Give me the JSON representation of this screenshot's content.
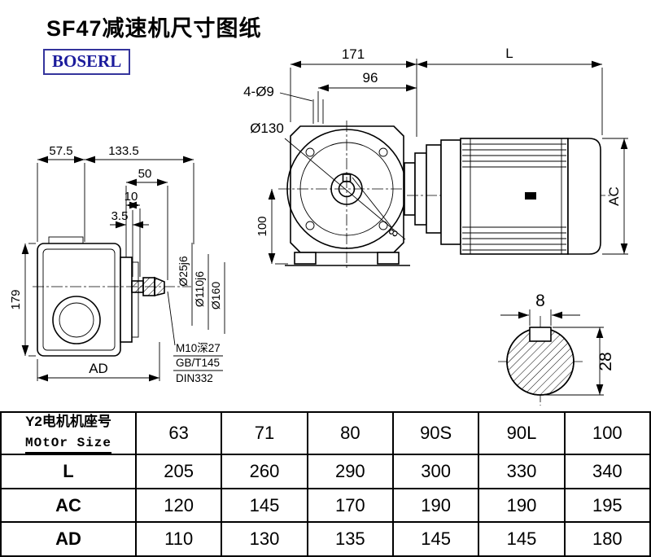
{
  "title": "SF47减速机尺寸图纸",
  "brand": "BOSERL",
  "drawing": {
    "left_view": {
      "dim_57_5": "57.5",
      "dim_133_5": "133.5",
      "dim_50": "50",
      "dim_10": "10",
      "dim_3_5": "3.5",
      "dim_179": "179",
      "dim_ad": "AD",
      "dia_25": "Ø25j6",
      "dia_110": "Ø110j6",
      "dia_160": "Ø160",
      "note_tap": "M10深27",
      "note_gb": "GB/T145",
      "note_din": "DIN332"
    },
    "front_view": {
      "dim_171": "171",
      "dim_96": "96",
      "dim_holes": "4-Ø9",
      "dia_130": "Ø130",
      "dim_100": "100",
      "dim_key": "8"
    },
    "motor_view": {
      "dim_l": "L",
      "dim_ac": "AC"
    },
    "shaft_section": {
      "dim_key_w": "8",
      "dim_key_h": "28"
    }
  },
  "table": {
    "header": {
      "line1": "Y2电机机座号",
      "line2": "MOtOr Size",
      "values": [
        "63",
        "71",
        "80",
        "90S",
        "90L",
        "100"
      ]
    },
    "rows": [
      {
        "label": "L",
        "values": [
          "205",
          "260",
          "290",
          "300",
          "330",
          "340"
        ]
      },
      {
        "label": "AC",
        "values": [
          "120",
          "145",
          "170",
          "190",
          "190",
          "195"
        ]
      },
      {
        "label": "AD",
        "values": [
          "110",
          "130",
          "135",
          "145",
          "145",
          "180"
        ]
      }
    ]
  }
}
